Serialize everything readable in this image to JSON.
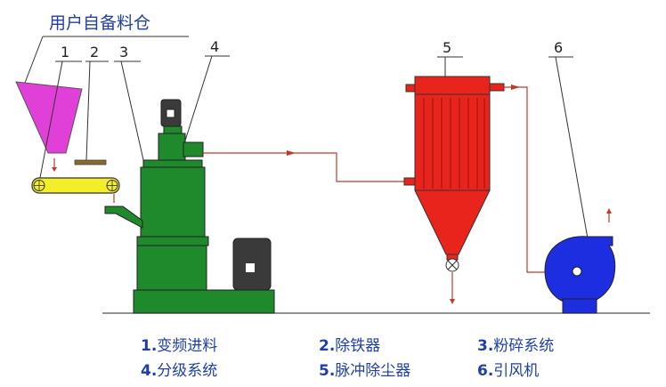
{
  "silo_title": "用户自备料仓",
  "callouts": [
    "1",
    "2",
    "3",
    "4",
    "5",
    "6"
  ],
  "legend": [
    {
      "num": "1.",
      "text": "变频进料"
    },
    {
      "num": "2.",
      "text": "除铁器"
    },
    {
      "num": "3.",
      "text": "粉碎系统"
    },
    {
      "num": "4.",
      "text": "分级系统"
    },
    {
      "num": "5.",
      "text": "脉冲除尘器"
    },
    {
      "num": "6.",
      "text": "引风机"
    }
  ],
  "colors": {
    "silo": "#e040d8",
    "conveyor": "#f2ee2a",
    "mill": "#1f8a2c",
    "collector": "#e8241c",
    "fan": "#1c2ee0",
    "pipe": "#c0392b",
    "legend_text": "#1f3fa6"
  }
}
